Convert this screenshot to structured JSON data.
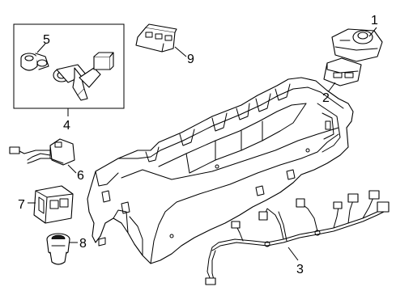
{
  "diagram": {
    "background": "#ffffff",
    "line_color": "#000000",
    "callouts": [
      {
        "id": "1",
        "label": "1"
      },
      {
        "id": "2",
        "label": "2"
      },
      {
        "id": "3",
        "label": "3"
      },
      {
        "id": "4",
        "label": "4"
      },
      {
        "id": "5",
        "label": "5"
      },
      {
        "id": "6",
        "label": "6"
      },
      {
        "id": "7",
        "label": "7"
      },
      {
        "id": "8",
        "label": "8"
      },
      {
        "id": "9",
        "label": "9"
      }
    ]
  }
}
